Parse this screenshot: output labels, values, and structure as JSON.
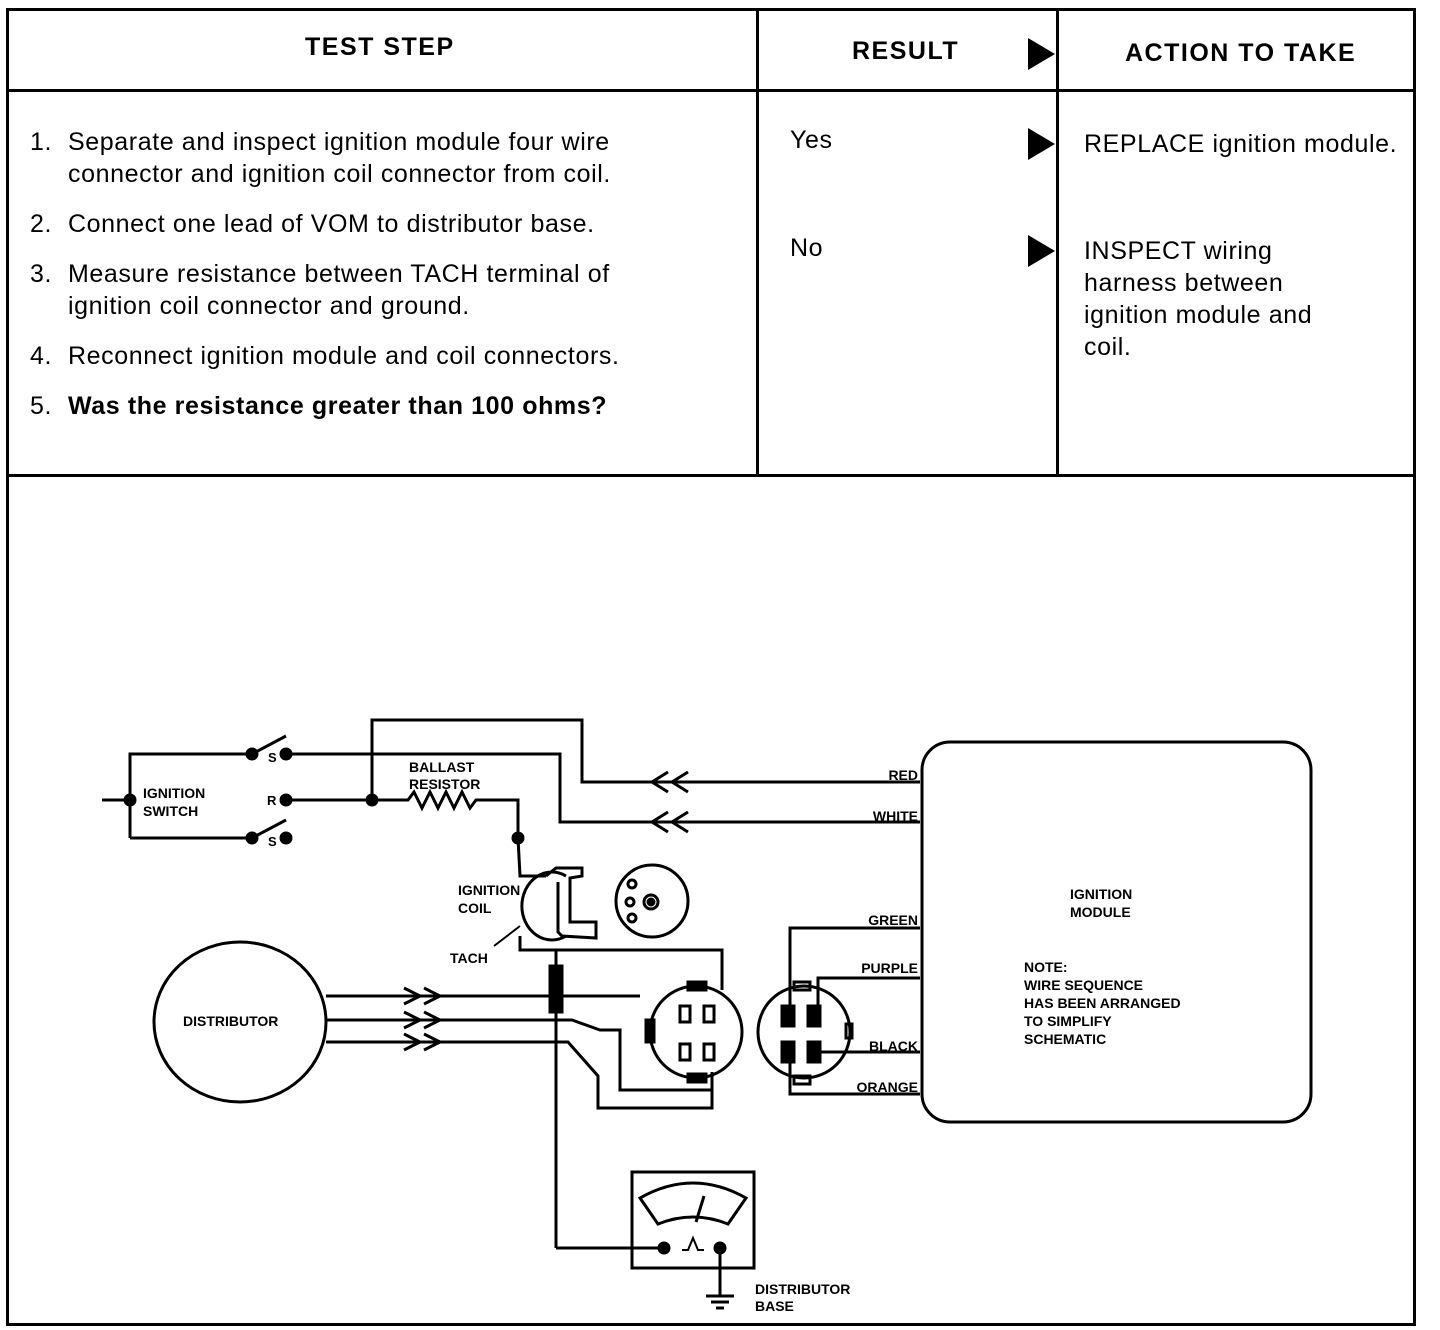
{
  "table": {
    "headers": {
      "test_step": "TEST STEP",
      "result": "RESULT",
      "action": "ACTION TO TAKE"
    },
    "steps": [
      {
        "num": "1.",
        "text": "Separate and inspect ignition module four wire connector and ignition coil connector from coil."
      },
      {
        "num": "2.",
        "text": "Connect one lead of VOM to distributor base."
      },
      {
        "num": "3.",
        "text": "Measure resistance between TACH terminal of ignition coil connector and ground."
      },
      {
        "num": "4.",
        "text": "Reconnect ignition module and coil connectors."
      },
      {
        "num": "5.",
        "text": "Was the resistance greater than 100 ohms?"
      }
    ],
    "results": [
      {
        "label": "Yes",
        "action": "REPLACE ignition module."
      },
      {
        "label": "No",
        "action": "INSPECT wiring harness between ignition module and coil."
      }
    ]
  },
  "diagram": {
    "ignition_switch": [
      "IGNITION",
      "SWITCH"
    ],
    "switch_terminals": [
      "S",
      "R",
      "S"
    ],
    "ballast_resistor": [
      "BALLAST",
      "RESISTOR"
    ],
    "ignition_coil": [
      "IGNITION",
      "COIL"
    ],
    "tach": "TACH",
    "distributor": "DISTRIBUTOR",
    "distributor_base": [
      "DISTRIBUTOR",
      "BASE"
    ],
    "ignition_module": [
      "IGNITION",
      "MODULE"
    ],
    "note": [
      "NOTE:",
      "WIRE SEQUENCE",
      "HAS BEEN ARRANGED",
      "TO SIMPLIFY",
      "SCHEMATIC"
    ],
    "wire_colors": [
      "RED",
      "WHITE",
      "GREEN",
      "PURPLE",
      "BLACK",
      "ORANGE"
    ]
  }
}
